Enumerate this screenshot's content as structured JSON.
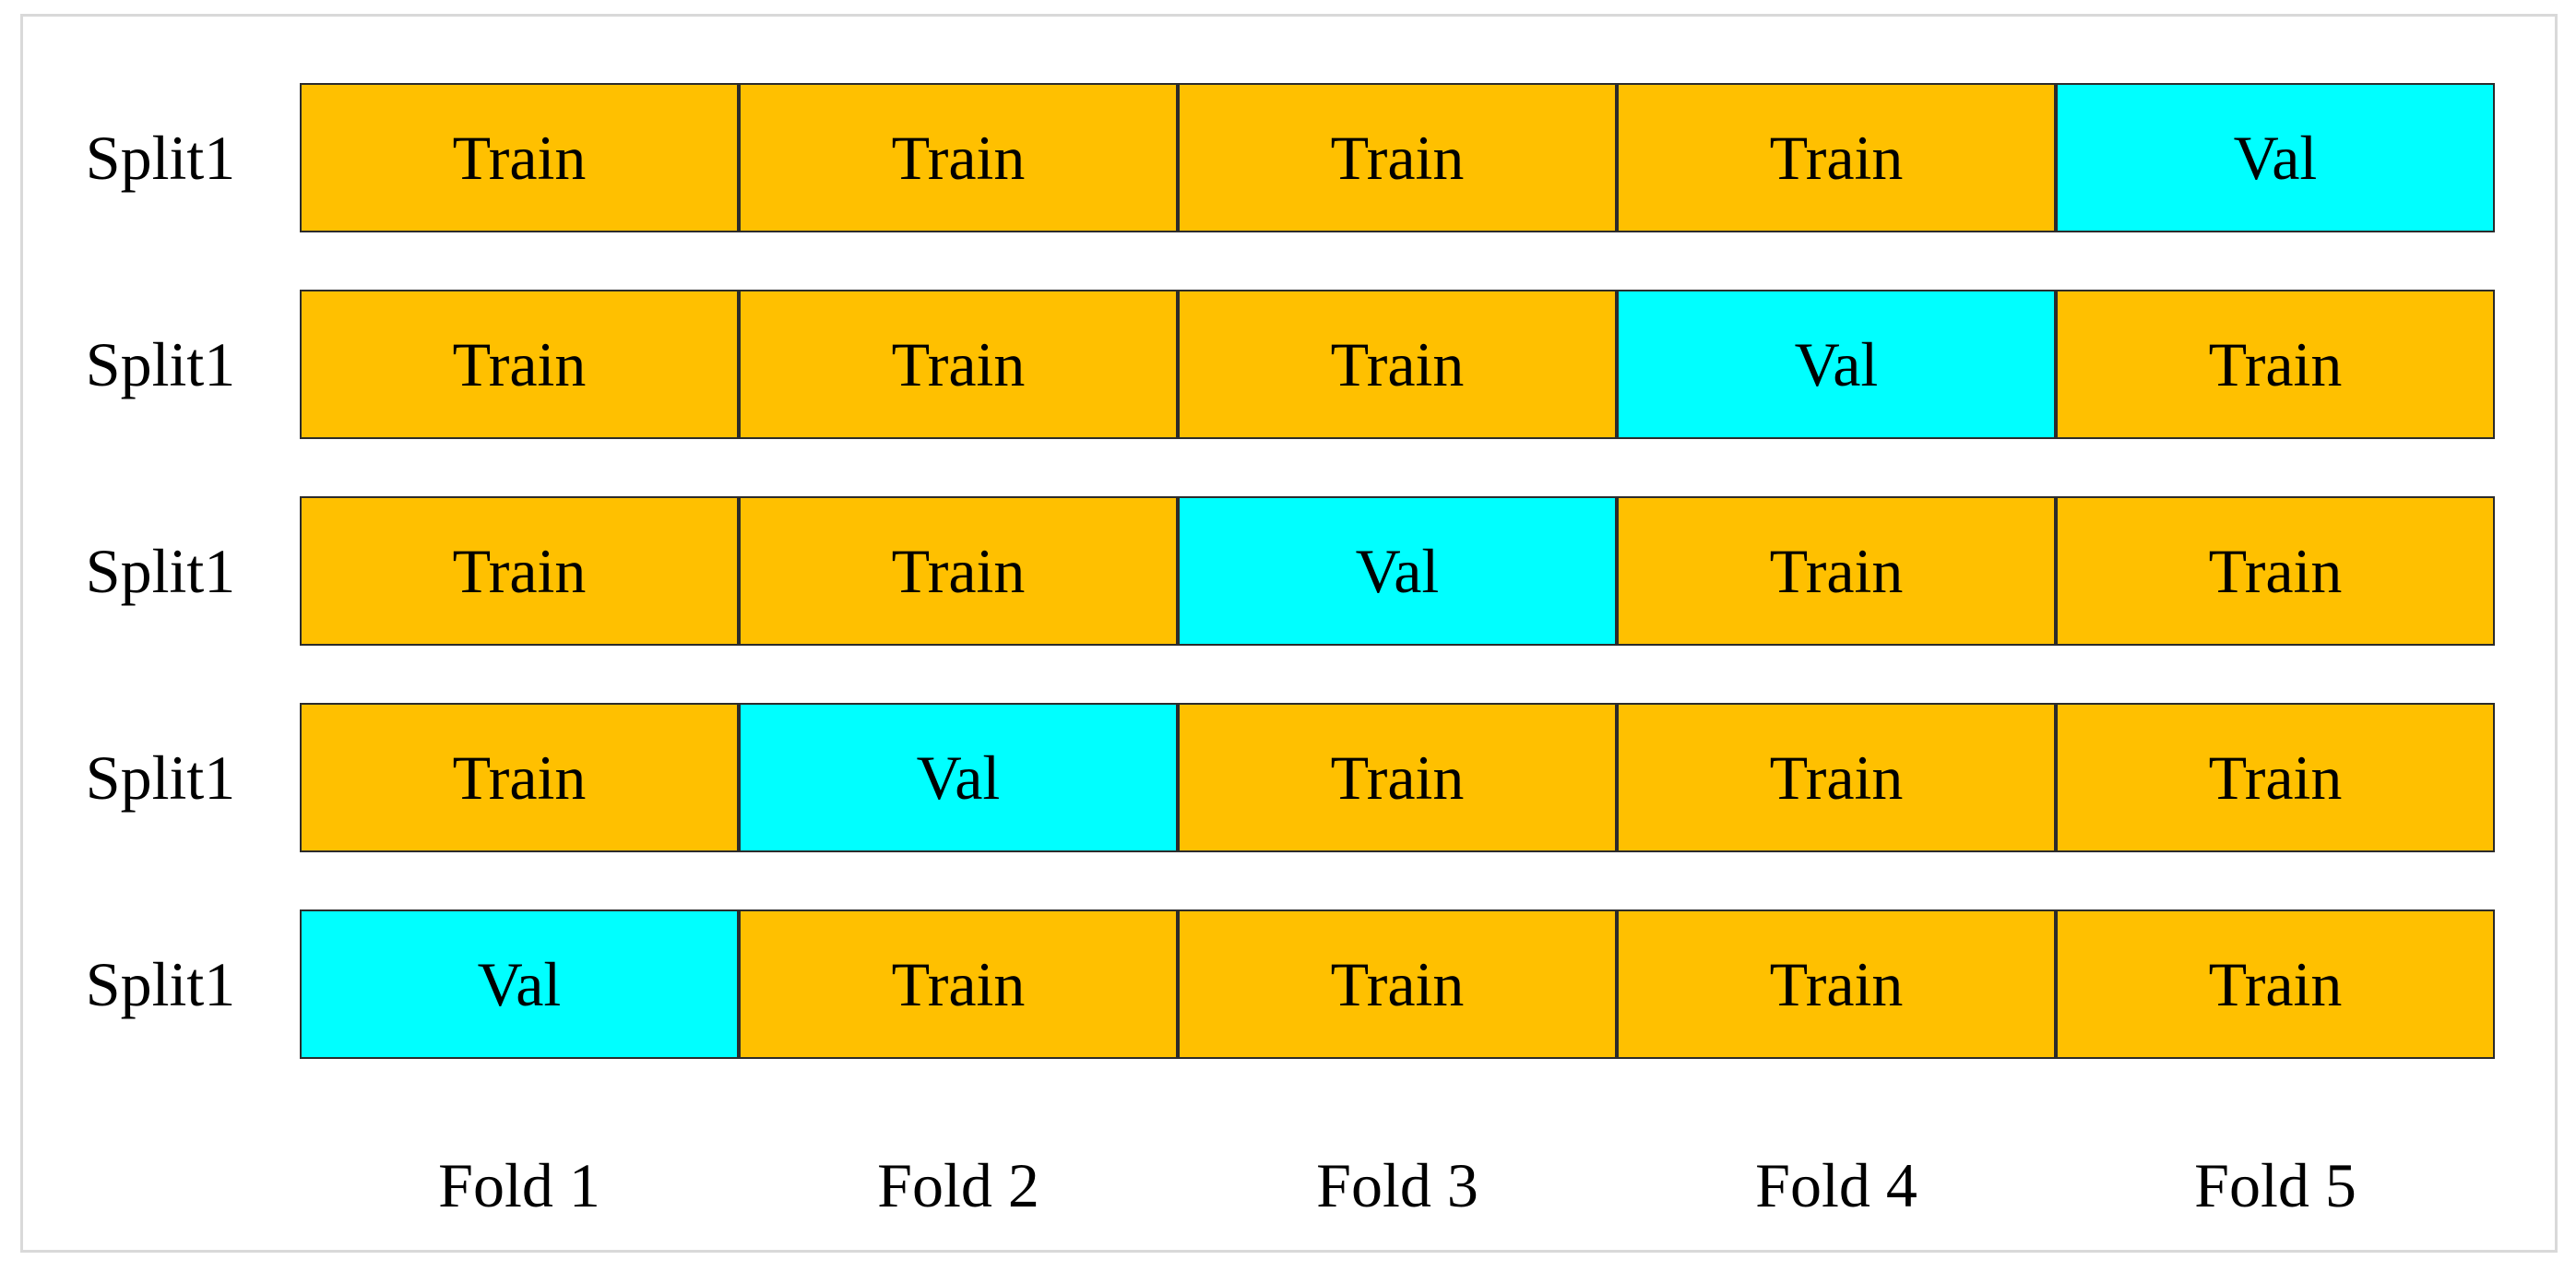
{
  "colors": {
    "train": "#FFC000",
    "val": "#00FFFF",
    "cell_border": "#2b2b2b",
    "frame_border": "#d9d9d9",
    "text": "#000000",
    "background": "#ffffff"
  },
  "splits": [
    {
      "label": "Split1",
      "cells": [
        {
          "label": "Train",
          "type": "train"
        },
        {
          "label": "Train",
          "type": "train"
        },
        {
          "label": "Train",
          "type": "train"
        },
        {
          "label": "Train",
          "type": "train"
        },
        {
          "label": "Val",
          "type": "val"
        }
      ]
    },
    {
      "label": "Split1",
      "cells": [
        {
          "label": "Train",
          "type": "train"
        },
        {
          "label": "Train",
          "type": "train"
        },
        {
          "label": "Train",
          "type": "train"
        },
        {
          "label": "Val",
          "type": "val"
        },
        {
          "label": "Train",
          "type": "train"
        }
      ]
    },
    {
      "label": "Split1",
      "cells": [
        {
          "label": "Train",
          "type": "train"
        },
        {
          "label": "Train",
          "type": "train"
        },
        {
          "label": "Val",
          "type": "val"
        },
        {
          "label": "Train",
          "type": "train"
        },
        {
          "label": "Train",
          "type": "train"
        }
      ]
    },
    {
      "label": "Split1",
      "cells": [
        {
          "label": "Train",
          "type": "train"
        },
        {
          "label": "Val",
          "type": "val"
        },
        {
          "label": "Train",
          "type": "train"
        },
        {
          "label": "Train",
          "type": "train"
        },
        {
          "label": "Train",
          "type": "train"
        }
      ]
    },
    {
      "label": "Split1",
      "cells": [
        {
          "label": "Val",
          "type": "val"
        },
        {
          "label": "Train",
          "type": "train"
        },
        {
          "label": "Train",
          "type": "train"
        },
        {
          "label": "Train",
          "type": "train"
        },
        {
          "label": "Train",
          "type": "train"
        }
      ]
    }
  ],
  "fold_labels": [
    "Fold 1",
    "Fold 2",
    "Fold 3",
    "Fold 4",
    "Fold 5"
  ]
}
